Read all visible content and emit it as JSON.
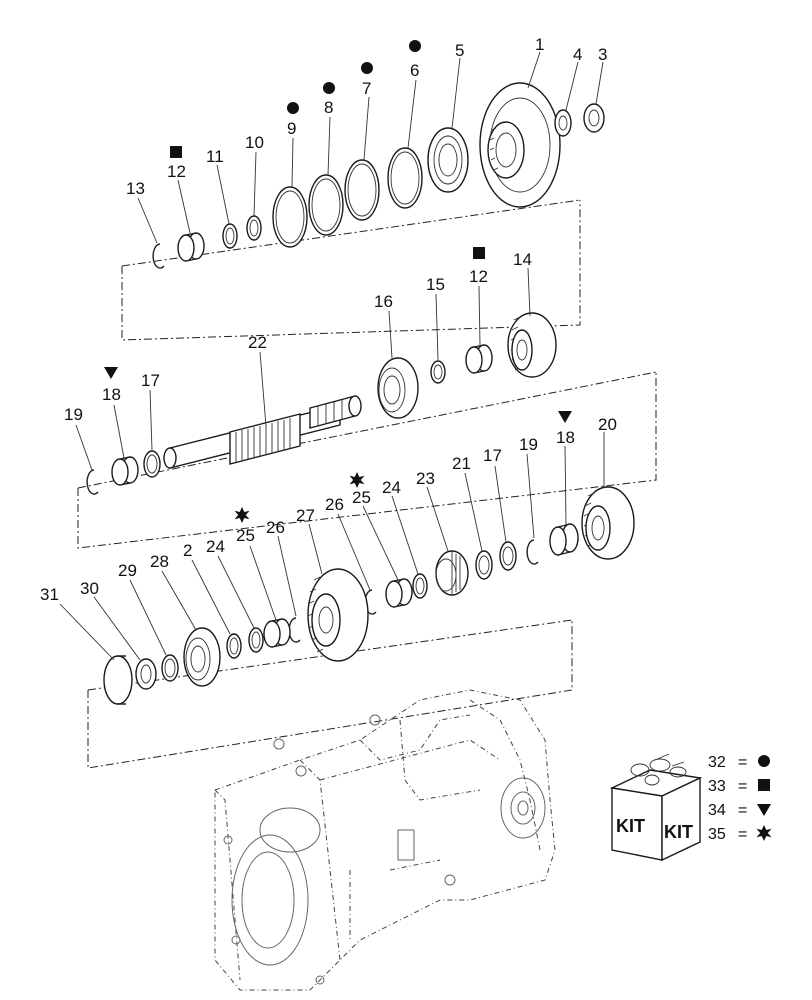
{
  "callouts": {
    "c1": "1",
    "c2": "2",
    "c3": "3",
    "c4": "4",
    "c5": "5",
    "c6": "6",
    "c7": "7",
    "c8": "8",
    "c9": "9",
    "c10": "10",
    "c11": "11",
    "c12a": "12",
    "c12b": "12",
    "c13": "13",
    "c14": "14",
    "c15": "15",
    "c16": "16",
    "c17a": "17",
    "c17b": "17",
    "c18a": "18",
    "c18b": "18",
    "c19a": "19",
    "c19b": "19",
    "c20": "20",
    "c21": "21",
    "c22": "22",
    "c23": "23",
    "c24a": "24",
    "c24b": "24",
    "c25a": "25",
    "c25b": "25",
    "c26a": "26",
    "c26b": "26",
    "c27": "27",
    "c28": "28",
    "c29": "29",
    "c30": "30",
    "c31": "31"
  },
  "kit": {
    "label_left": "KIT",
    "label_right": "KIT",
    "legend": [
      {
        "num": "32",
        "eq": "=",
        "symbol": "circle-icon"
      },
      {
        "num": "33",
        "eq": "=",
        "symbol": "square-icon"
      },
      {
        "num": "34",
        "eq": "=",
        "symbol": "triangle-down-icon"
      },
      {
        "num": "35",
        "eq": "=",
        "symbol": "star-icon"
      }
    ]
  },
  "colors": {
    "line": "#1a1a1a",
    "background": "#ffffff"
  }
}
